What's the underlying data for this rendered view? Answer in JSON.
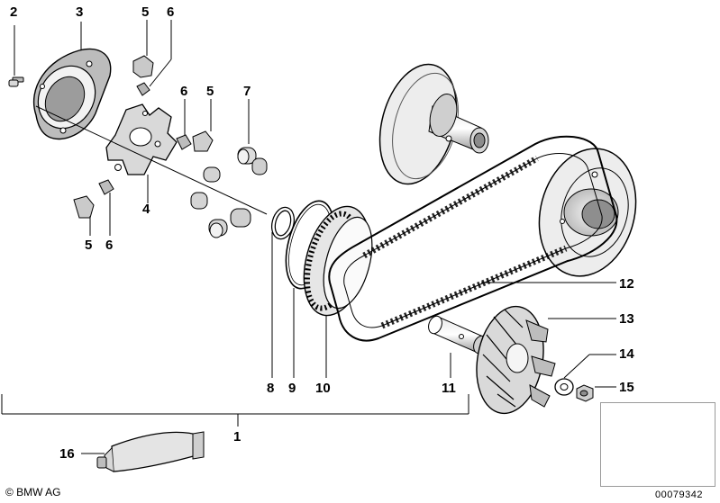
{
  "diagram": {
    "callouts": [
      {
        "id": "2",
        "text": "2"
      },
      {
        "id": "3",
        "text": "3"
      },
      {
        "id": "5a",
        "text": "5"
      },
      {
        "id": "6a",
        "text": "6"
      },
      {
        "id": "6b",
        "text": "6"
      },
      {
        "id": "5b",
        "text": "5"
      },
      {
        "id": "7",
        "text": "7"
      },
      {
        "id": "4",
        "text": "4"
      },
      {
        "id": "5c",
        "text": "5"
      },
      {
        "id": "6c",
        "text": "6"
      },
      {
        "id": "8",
        "text": "8"
      },
      {
        "id": "9",
        "text": "9"
      },
      {
        "id": "10",
        "text": "10"
      },
      {
        "id": "11",
        "text": "11"
      },
      {
        "id": "12",
        "text": "12"
      },
      {
        "id": "13",
        "text": "13"
      },
      {
        "id": "14",
        "text": "14"
      },
      {
        "id": "15",
        "text": "15"
      },
      {
        "id": "1",
        "text": "1"
      },
      {
        "id": "16",
        "text": "16"
      }
    ],
    "copyright": "© BMW AG",
    "doc_number": "00079342"
  }
}
